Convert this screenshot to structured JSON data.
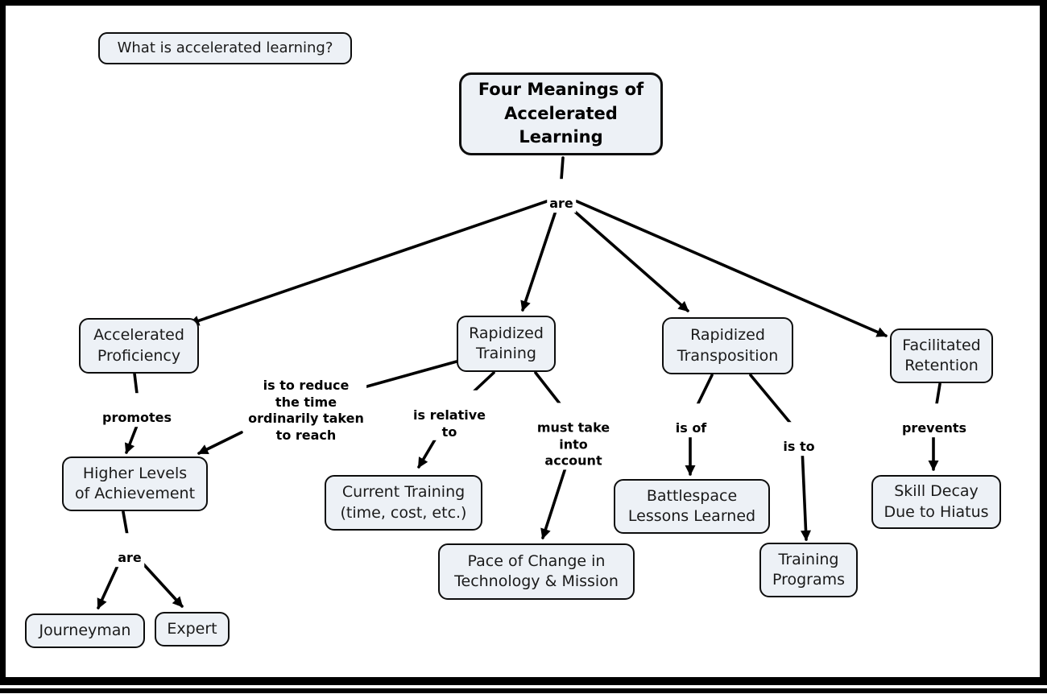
{
  "question": {
    "label": "What is accelerated learning?"
  },
  "title": {
    "label": "Four Meanings of\nAccelerated\nLearning"
  },
  "concepts": {
    "accelerated_proficiency": {
      "label": "Accelerated\nProficiency"
    },
    "rapidized_training": {
      "label": "Rapidized\nTraining"
    },
    "rapidized_transposition": {
      "label": "Rapidized\nTransposition"
    },
    "facilitated_retention": {
      "label": "Facilitated\nRetention"
    },
    "higher_levels": {
      "label": "Higher Levels\nof Achievement"
    },
    "journeyman": {
      "label": "Journeyman"
    },
    "expert": {
      "label": "Expert"
    },
    "current_training": {
      "label": "Current Training\n(time, cost, etc.)"
    },
    "pace_of_change": {
      "label": "Pace of Change in\nTechnology & Mission"
    },
    "battlespace_lessons": {
      "label": "Battlespace\nLessons Learned"
    },
    "training_programs": {
      "label": "Training\nPrograms"
    },
    "skill_decay": {
      "label": "Skill Decay\nDue to Hiatus"
    }
  },
  "links": {
    "are_main": {
      "label": "are"
    },
    "promotes": {
      "label": "promotes"
    },
    "is_to_reduce": {
      "label": "is to reduce\nthe time\nordinarily taken\nto reach"
    },
    "are_levels": {
      "label": "are"
    },
    "is_relative_to": {
      "label": "is relative\nto"
    },
    "must_take_into_account": {
      "label": "must take\ninto\naccount"
    },
    "is_of": {
      "label": "is of"
    },
    "is_to": {
      "label": "is to"
    },
    "prevents": {
      "label": "prevents"
    }
  },
  "colors": {
    "node_fill": "#edf1f6",
    "node_border": "#0d0d0d",
    "line": "#000000",
    "background": "#ffffff",
    "frame": "#000000"
  }
}
